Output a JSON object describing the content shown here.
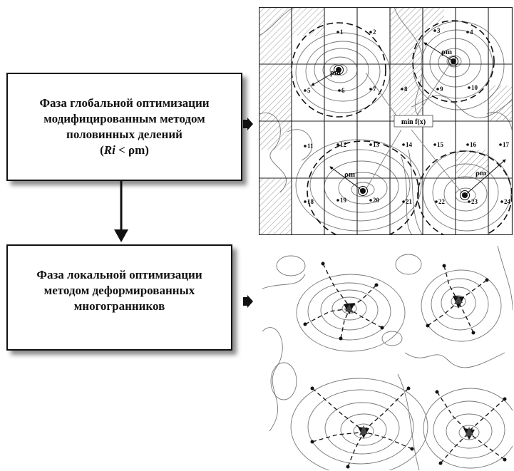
{
  "global_box": {
    "line1": "Фаза глобальной оптимизации",
    "line2": "модифицированным методом",
    "line3": "половинных делений",
    "cond_paren_open": "(",
    "cond_var": "Ri",
    "cond_rest": " < ρm)"
  },
  "local_box": {
    "line1": "Фаза локальной оптимизации",
    "line2": "методом деформированных",
    "line3": "многогранников"
  },
  "top_figure": {
    "min_label": "min f(x)",
    "rho_labels": [
      "ρm",
      "ρm",
      "ρm",
      "ρm"
    ],
    "point_labels": [
      "1",
      "2",
      "3",
      "4",
      "5",
      "6",
      "7",
      "8",
      "9",
      "10",
      "11",
      "12",
      "13",
      "14",
      "15",
      "16",
      "17",
      "18",
      "19",
      "20",
      "21",
      "22",
      "23",
      "24"
    ]
  }
}
